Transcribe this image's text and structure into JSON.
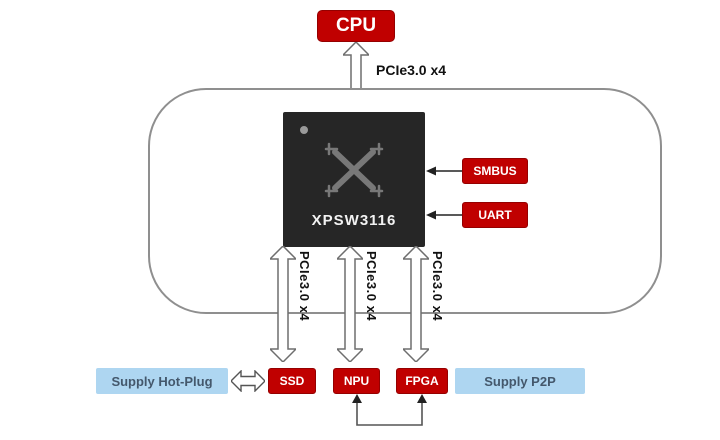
{
  "diagram": {
    "cpu": {
      "label": "CPU"
    },
    "top_link": {
      "label": "PCIe3.0 x4"
    },
    "chip": {
      "label": "XPSW3116"
    },
    "side_ports": [
      {
        "label": "SMBUS"
      },
      {
        "label": "UART"
      }
    ],
    "down_links": [
      {
        "label": "PCIe3.0 x4"
      },
      {
        "label": "PCIe3.0 x4"
      },
      {
        "label": "PCIe3.0 x4"
      }
    ],
    "devices": [
      {
        "label": "SSD"
      },
      {
        "label": "NPU"
      },
      {
        "label": "FPGA"
      }
    ],
    "supplies": [
      {
        "label": "Supply Hot-Plug"
      },
      {
        "label": "Supply P2P"
      }
    ],
    "colors": {
      "accent_red": "#c00000",
      "supply_blue": "#aed6f1",
      "supply_text": "#44586c",
      "chip_bg": "#262626",
      "outline_gray": "#8f8f8f"
    }
  }
}
